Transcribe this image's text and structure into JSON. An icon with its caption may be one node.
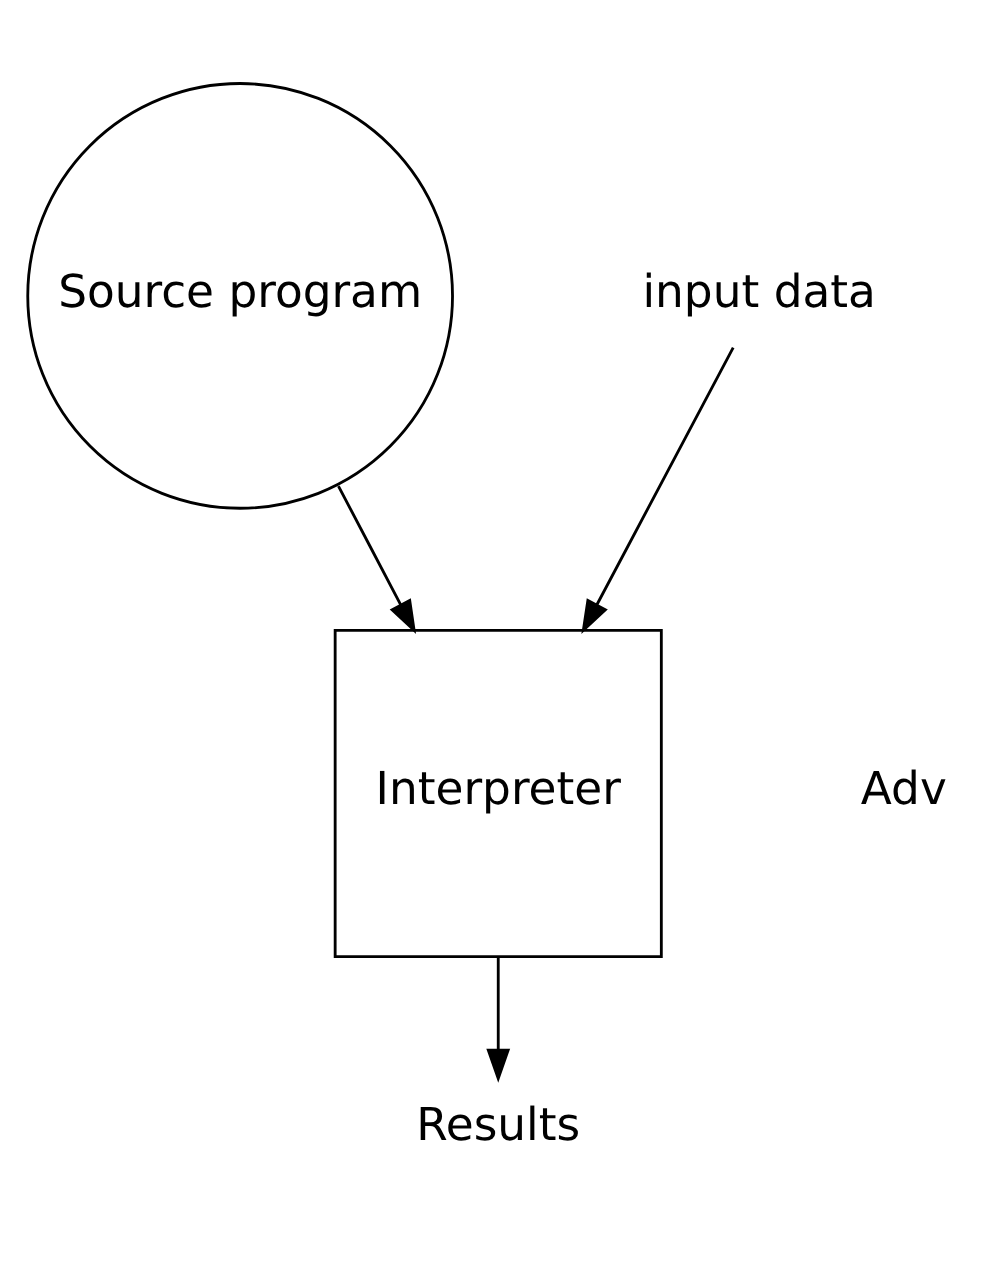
{
  "diagram": {
    "nodes": [
      {
        "text": [
          "Source program"
        ]
      },
      {
        "text": [
          "Interpreter"
        ]
      },
      {
        "text": [
          "Results"
        ]
      },
      {
        "text": [
          "input data"
        ]
      }
    ],
    "edges": [
      {
        "from": 0,
        "to": 1,
        "arrow": "to"
      },
      {
        "from": 3,
        "to": 1,
        "arrow": "to"
      },
      {
        "from": 1,
        "to": 2,
        "arrow": "to"
      }
    ],
    "labels": [
      "Adv"
    ]
  }
}
